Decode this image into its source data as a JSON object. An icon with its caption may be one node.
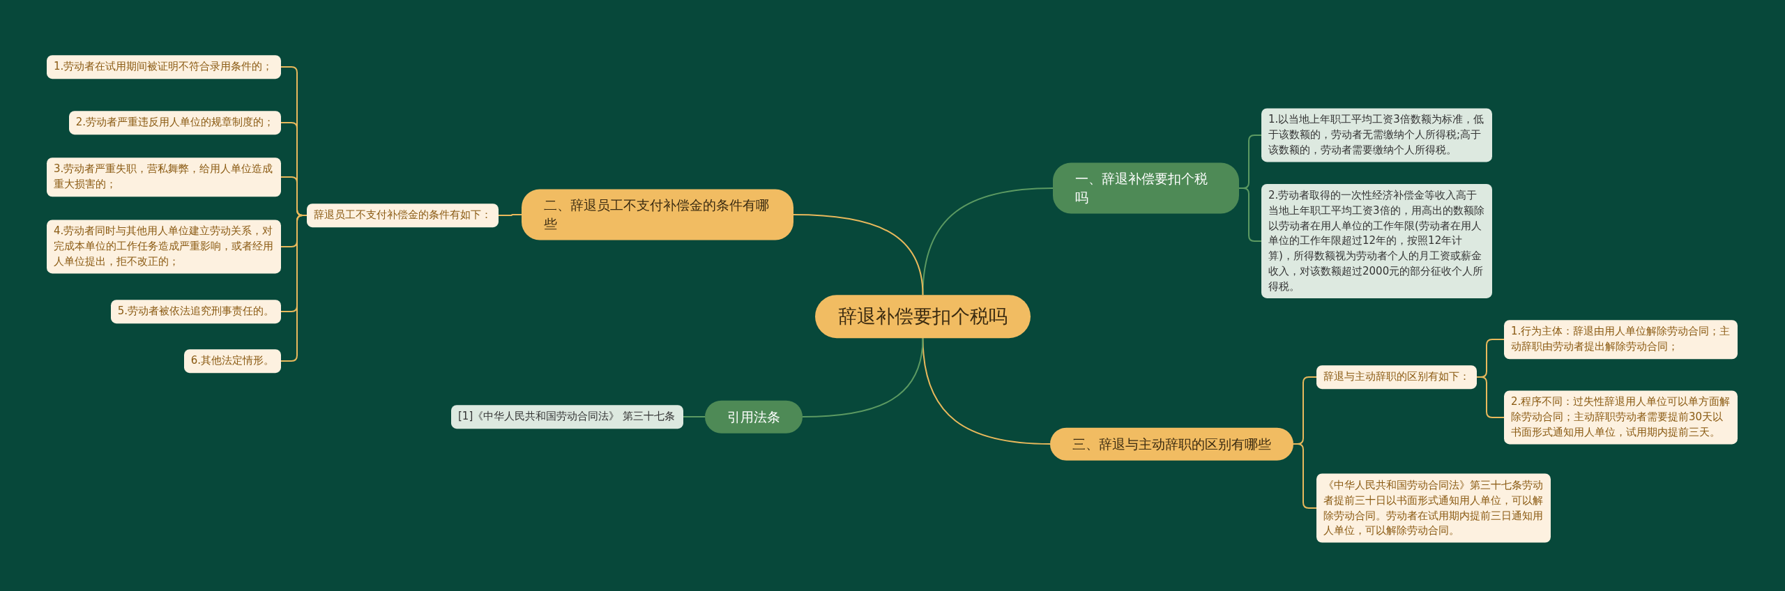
{
  "diagram": {
    "nodes": [
      {
        "text": [
          "辞退补偿要扣个税吗"
        ]
      },
      {
        "text": [
          "一、辞退补偿要扣个税吗"
        ]
      },
      {
        "text": [
          "1.以当地上年职工平均工资3倍数额为标准，低于该数额的，劳动者无需缴纳个人所得税;高于该数额的，劳动者需要缴纳个人所得税。"
        ]
      },
      {
        "text": [
          "2.劳动者取得的一次性经济补偿金等收入高于当地上年职工平均工资3倍的，用高出的数额除以劳动者在用人单位的工作年限(劳动者在用人单位的工作年限超过12年的，按照12年计算)，所得数额视为劳动者个人的月工资或薪金收入，对该数额超过2000元的部分征收个人所得税。"
        ]
      },
      {
        "text": [
          "二、辞退员工不支付补偿金的条件有哪些"
        ]
      },
      {
        "text": [
          "辞退员工不支付补偿金的条件有如下："
        ]
      },
      {
        "text": [
          "1.劳动者在试用期间被证明不符合录用条件的；"
        ]
      },
      {
        "text": [
          "2.劳动者严重违反用人单位的规章制度的；"
        ]
      },
      {
        "text": [
          "3.劳动者严重失职，营私舞弊，给用人单位造成重大损害的；"
        ]
      },
      {
        "text": [
          "4.劳动者同时与其他用人单位建立劳动关系，对完成本单位的工作任务造成严重影响，或者经用人单位提出，拒不改正的；"
        ]
      },
      {
        "text": [
          "5.劳动者被依法追究刑事责任的。"
        ]
      },
      {
        "text": [
          "6.其他法定情形。"
        ]
      },
      {
        "text": [
          "三、辞退与主动辞职的区别有哪些"
        ]
      },
      {
        "text": [
          "辞退与主动辞职的区别有如下："
        ]
      },
      {
        "text": [
          "1.行为主体：辞退由用人单位解除劳动合同；主动辞职由劳动者提出解除劳动合同；"
        ]
      },
      {
        "text": [
          "2.程序不同：过失性辞退用人单位可以单方面解除劳动合同；主动辞职劳动者需要提前30天以书面形式通知用人单位，试用期内提前三天。"
        ]
      },
      {
        "text": [
          "《中华人民共和国劳动合同法》第三十七条劳动者提前三十日以书面形式通知用人单位，可以解除劳动合同。劳动者在试用期内提前三日通知用人单位，可以解除劳动合同。"
        ]
      },
      {
        "text": [
          "引用法条"
        ]
      },
      {
        "text": [
          "[1]《中华人民共和国劳动合同法》 第三十七条"
        ]
      }
    ],
    "edges": [
      {
        "from": 0,
        "to": 1,
        "arrow": "none",
        "color": "#5c9a62"
      },
      {
        "from": 1,
        "to": 2,
        "arrow": "none",
        "color": "#5c9a62"
      },
      {
        "from": 1,
        "to": 3,
        "arrow": "none",
        "color": "#5c9a62"
      },
      {
        "from": 0,
        "to": 4,
        "arrow": "none"
      },
      {
        "from": 4,
        "to": 5,
        "arrow": "none"
      },
      {
        "from": 5,
        "to": 6,
        "arrow": "none"
      },
      {
        "from": 5,
        "to": 7,
        "arrow": "none"
      },
      {
        "from": 5,
        "to": 8,
        "arrow": "none"
      },
      {
        "from": 5,
        "to": 9,
        "arrow": "none"
      },
      {
        "from": 5,
        "to": 10,
        "arrow": "none"
      },
      {
        "from": 5,
        "to": 11,
        "arrow": "none"
      },
      {
        "from": 0,
        "to": 12,
        "arrow": "none"
      },
      {
        "from": 12,
        "to": 13,
        "arrow": "none"
      },
      {
        "from": 13,
        "to": 14,
        "arrow": "none"
      },
      {
        "from": 13,
        "to": 15,
        "arrow": "none"
      },
      {
        "from": 12,
        "to": 16,
        "arrow": "none"
      },
      {
        "from": 0,
        "to": 17,
        "arrow": "none",
        "color": "#5c9a62"
      },
      {
        "from": 17,
        "to": 18,
        "arrow": "none",
        "color": "#5c9a62"
      }
    ]
  }
}
